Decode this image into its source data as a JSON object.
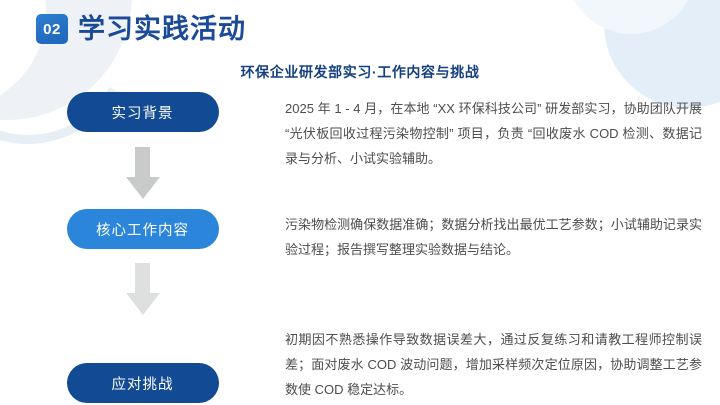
{
  "slide": {
    "section_number": "02",
    "title": "学习实践活动",
    "subtitle": "环保企业研发部实习·工作内容与挑战"
  },
  "flow": {
    "steps": [
      {
        "label": "实习背景",
        "style": "dark",
        "text": "2025 年 1 - 4 月，在本地 “XX 环保科技公司” 研发部实习，协助团队开展 “光伏板回收过程污染物控制” 项目，负责 “回收废水 COD 检测、数据记录与分析、小试实验辅助。"
      },
      {
        "label": "核心工作内容",
        "style": "light",
        "text": "污染物检测确保数据准确；数据分析找出最优工艺参数；小试辅助记录实验过程；报告撰写整理实验数据与结论。"
      },
      {
        "label": "应对挑战",
        "style": "dark",
        "text": "初期因不熟悉操作导致数据误差大，通过反复练习和请教工程师控制误差；面对废水 COD 波动问题，增加采样频次定位原因，协助调整工艺参数使 COD 稳定达标。"
      }
    ],
    "connectors": [
      {
        "icon": "arrow-down-icon"
      },
      {
        "icon": "arrow-down-icon"
      }
    ]
  },
  "colors": {
    "brand_navy": "#1b4a96",
    "pill_dark": "#124a93",
    "pill_light": "#2b86db",
    "subtitle": "#15407f",
    "body_text": "#4d4d4d",
    "arrow_gray": "#c9cbcb"
  }
}
